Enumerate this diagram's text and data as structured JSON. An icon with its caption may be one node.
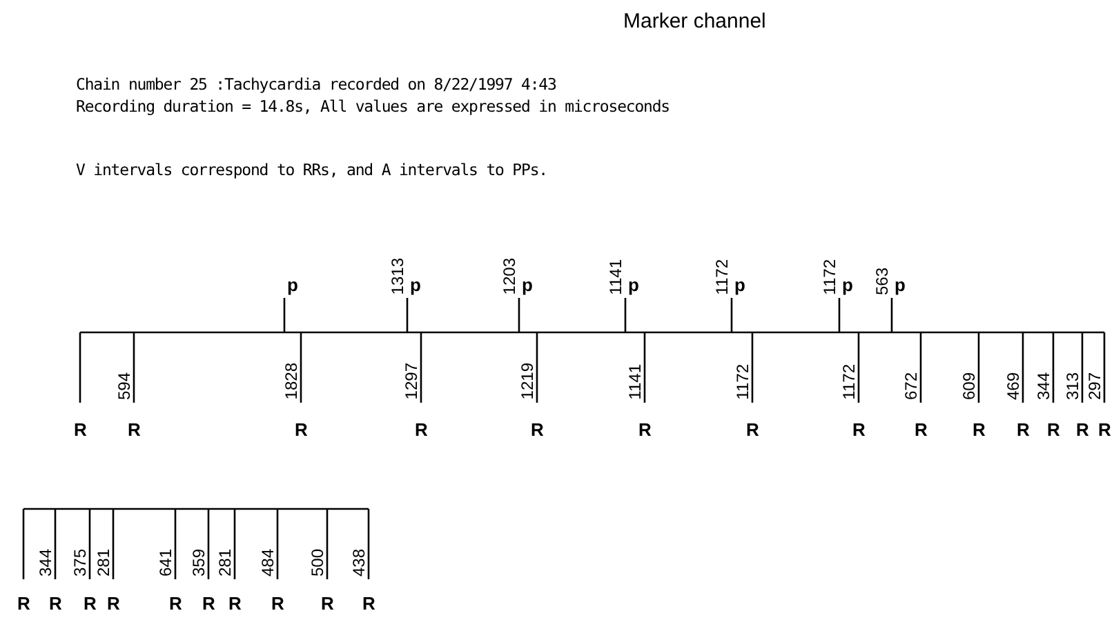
{
  "diagram": {
    "title": "Marker channel",
    "labels": [
      "Chain number 25 :Tachycardia recorded on 8/22/1997 4:43",
      "Recording duration = 14.8s, All values are expressed in microseconds",
      "V intervals correspond to RRs, and A intervals to PPs.",
      "p",
      "1313",
      "p",
      "1203",
      "p",
      "1141",
      "p",
      "1172",
      "p",
      "1172",
      "p",
      "563",
      "p",
      "594",
      "1828",
      "1297",
      "1219",
      "1141",
      "1172",
      "1172",
      "672",
      "609",
      "469",
      "344",
      "313",
      "297",
      "R",
      "R",
      "R",
      "R",
      "R",
      "R",
      "R",
      "R",
      "R",
      "R",
      "R",
      "R",
      "R",
      "R",
      "344",
      "375",
      "281",
      "641",
      "359",
      "281",
      "484",
      "500",
      "438",
      "R",
      "R",
      "R",
      "R",
      "R",
      "R",
      "R",
      "R",
      "R",
      "R"
    ]
  }
}
